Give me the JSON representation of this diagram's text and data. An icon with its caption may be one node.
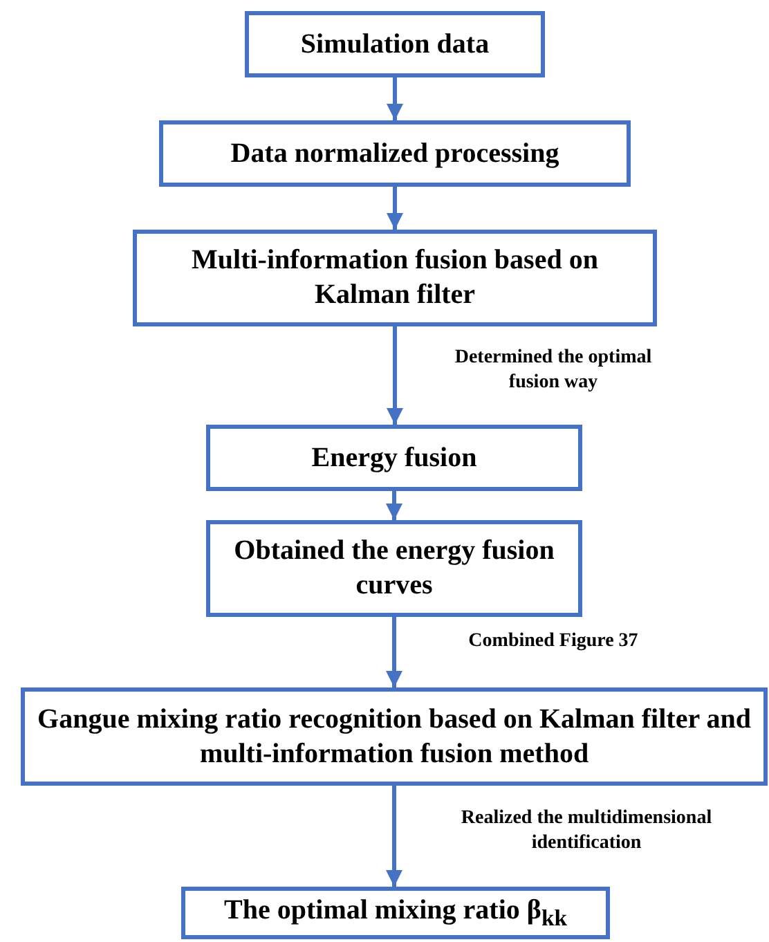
{
  "diagram": {
    "nodes": [
      {
        "text": [
          "Simulation data"
        ]
      },
      {
        "text": [
          "Data normalized processing"
        ]
      },
      {
        "text": [
          "Multi-information fusion based on Kalman filter"
        ]
      },
      {
        "text": [
          "Energy fusion"
        ]
      },
      {
        "text": [
          "Obtained the energy fusion curves"
        ]
      },
      {
        "text": [
          "Gangue mixing ratio recognition based on Kalman filter and multi-information fusion method"
        ]
      },
      {
        "text": [
          "The optimal mixing ratio β$_{kk}$"
        ]
      }
    ],
    "edges": [
      {
        "from": 0,
        "to": 1,
        "arrow": "to"
      },
      {
        "from": 1,
        "to": 2,
        "arrow": "to"
      },
      {
        "from": 2,
        "to": 3,
        "arrow": "to",
        "label": "Determined the optimal fusion way"
      },
      {
        "from": 3,
        "to": 4,
        "arrow": "to"
      },
      {
        "from": 4,
        "to": 5,
        "arrow": "to",
        "label": "Combined Figure 37"
      },
      {
        "from": 5,
        "to": 6,
        "arrow": "to",
        "label": "Realized the multidimensional identification"
      }
    ]
  }
}
